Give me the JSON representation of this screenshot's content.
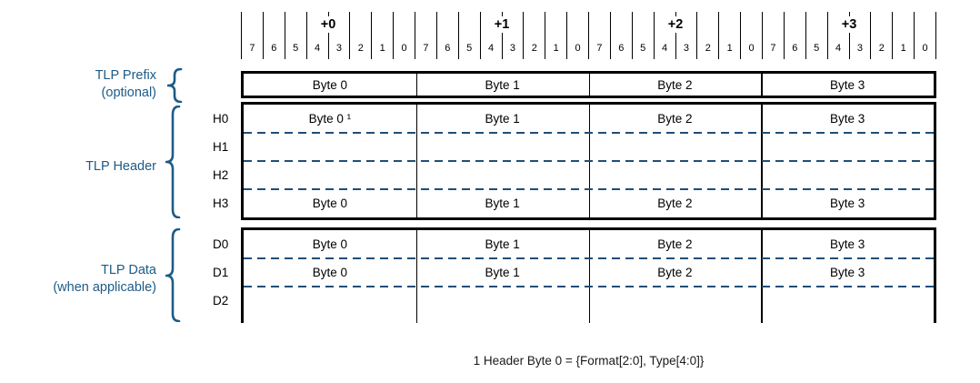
{
  "colors": {
    "label_blue": "#1d5b87",
    "dash_blue": "#1f4e79",
    "line_black": "#000000"
  },
  "ruler": {
    "offsets": [
      "+0",
      "+1",
      "+2",
      "+3"
    ],
    "bits": [
      "7",
      "6",
      "5",
      "4",
      "3",
      "2",
      "1",
      "0"
    ]
  },
  "groups": {
    "prefix": {
      "label_line1": "TLP Prefix",
      "label_line2": "(optional)"
    },
    "header": {
      "label_line1": "TLP Header"
    },
    "data": {
      "label_line1": "TLP Data",
      "label_line2": "(when applicable)"
    }
  },
  "rows": {
    "prefix": {
      "cells": [
        "Byte 0",
        "Byte 1",
        "Byte 2",
        "Byte 3"
      ]
    },
    "h0": {
      "label": "H0",
      "cells": [
        "Byte 0 ¹",
        "Byte 1",
        "Byte 2",
        "Byte 3"
      ]
    },
    "h1": {
      "label": "H1"
    },
    "h2": {
      "label": "H2"
    },
    "h3": {
      "label": "H3",
      "cells": [
        "Byte 0",
        "Byte 1",
        "Byte 2",
        "Byte 3"
      ]
    },
    "d0": {
      "label": "D0",
      "cells": [
        "Byte 0",
        "Byte 1",
        "Byte 2",
        "Byte 3"
      ]
    },
    "d1": {
      "label": "D1",
      "cells": [
        "Byte 0",
        "Byte 1",
        "Byte 2",
        "Byte 3"
      ]
    },
    "d2": {
      "label": "D2"
    }
  },
  "footnote": "1 Header Byte 0 = {Format[2:0], Type[4:0]}"
}
